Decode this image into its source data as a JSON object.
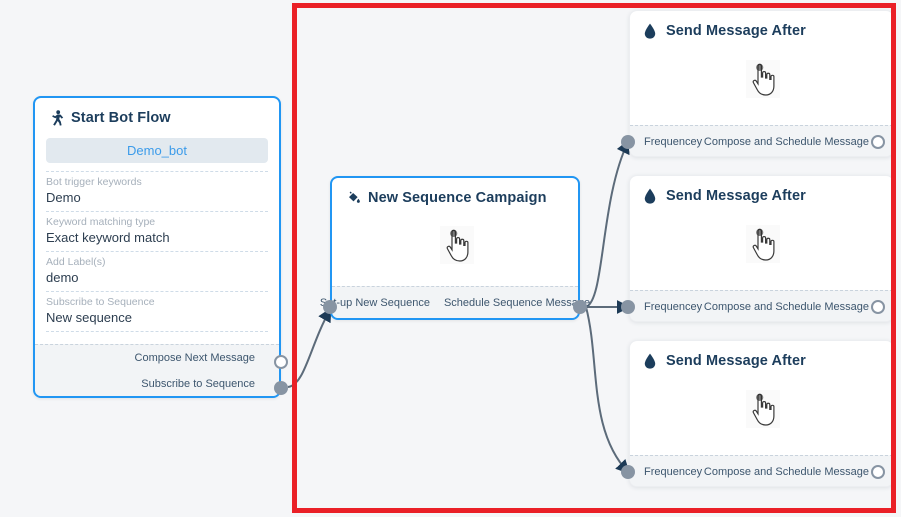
{
  "canvas": {
    "background_color": "#f5f6f8",
    "highlight_frame_color": "#ea2027"
  },
  "nodes": {
    "start": {
      "title": "Start Bot Flow",
      "icon": "running-person-icon",
      "bot_pill": "Demo_bot",
      "fields": [
        {
          "label": "Bot trigger keywords",
          "value": "Demo"
        },
        {
          "label": "Keyword matching type",
          "value": "Exact keyword match"
        },
        {
          "label": "Add Label(s)",
          "value": "demo"
        },
        {
          "label": "Subscribe to Sequence",
          "value": "New sequence"
        }
      ],
      "ports": [
        {
          "label": "Compose Next Message",
          "style": "hollow"
        },
        {
          "label": "Subscribe to Sequence",
          "style": "filled"
        }
      ]
    },
    "sequence": {
      "title": "New Sequence Campaign",
      "icon": "paint-bucket-icon",
      "cursor_icon": "hand-pointer-icon",
      "ports_left": "Set-up New Sequence",
      "ports_right": "Schedule Sequence Message"
    },
    "send_messages": [
      {
        "title": "Send Message After",
        "icon": "water-drop-icon",
        "cursor_icon": "hand-pointer-icon",
        "port_in": "Frequencey",
        "port_out": "Compose and Schedule Message"
      },
      {
        "title": "Send Message After",
        "icon": "water-drop-icon",
        "cursor_icon": "hand-pointer-icon",
        "port_in": "Frequencey",
        "port_out": "Compose and Schedule Message"
      },
      {
        "title": "Send Message After",
        "icon": "water-drop-icon",
        "cursor_icon": "hand-pointer-icon",
        "port_in": "Frequencey",
        "port_out": "Compose and Schedule Message"
      }
    ]
  },
  "colors": {
    "selected_border": "#2196f3",
    "port_dot": "#8794a3",
    "edge": "#5c6b7a",
    "title_text": "#1c3d5c",
    "pill_text": "#3b9bea"
  }
}
